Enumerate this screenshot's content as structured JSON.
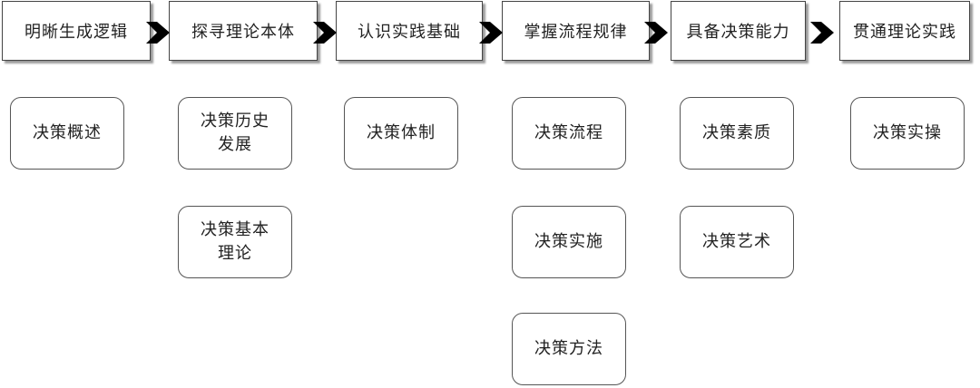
{
  "headers": [
    "明晰生成逻辑",
    "探寻理论本体",
    "认识实践基础",
    "掌握流程规律",
    "具备决策能力",
    "贯通理论实践"
  ],
  "cards": {
    "col1": [
      "决策概述"
    ],
    "col2": [
      "决策历史\n发展",
      "决策基本\n理论"
    ],
    "col3": [
      "决策体制"
    ],
    "col4": [
      "决策流程",
      "决策实施",
      "决策方法"
    ],
    "col5": [
      "决策素质",
      "决策艺术"
    ],
    "col6": [
      "决策实操"
    ]
  },
  "colors": {
    "border": "#444444",
    "shadow": "#9a9a9a",
    "arrow": "#000000"
  }
}
